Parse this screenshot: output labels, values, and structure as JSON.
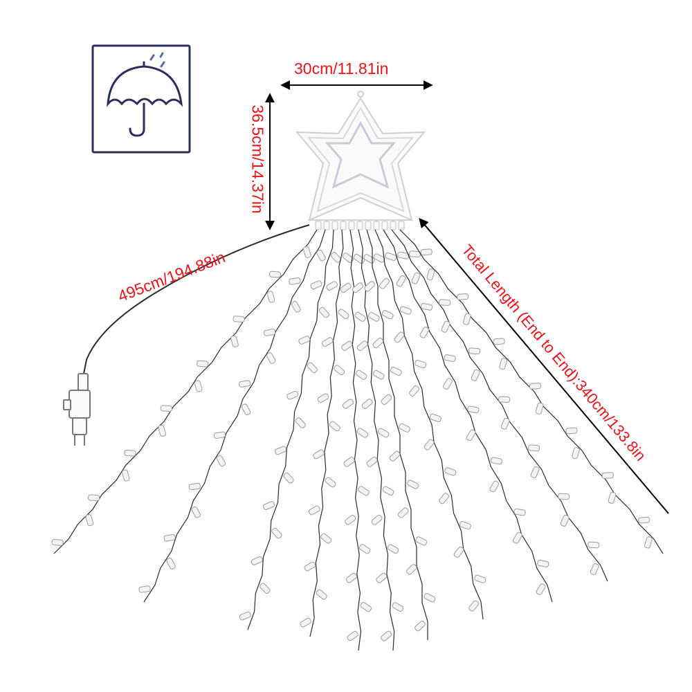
{
  "dimensions": {
    "width": "30cm/11.81in",
    "height": "36.5cm/14.37in",
    "cable": "495cm/194.88in",
    "total_length": "Total Length (End to End):340cm/133.8in"
  },
  "icons": {
    "waterproof": "umbrella-rain-icon",
    "topper": "star-icon",
    "plug": "power-plug-icon"
  },
  "colors": {
    "label": "#e8141a",
    "icon_frame": "#2a2e5c",
    "wire": "#2b2b2b",
    "bulb": "#f4f4f4"
  }
}
